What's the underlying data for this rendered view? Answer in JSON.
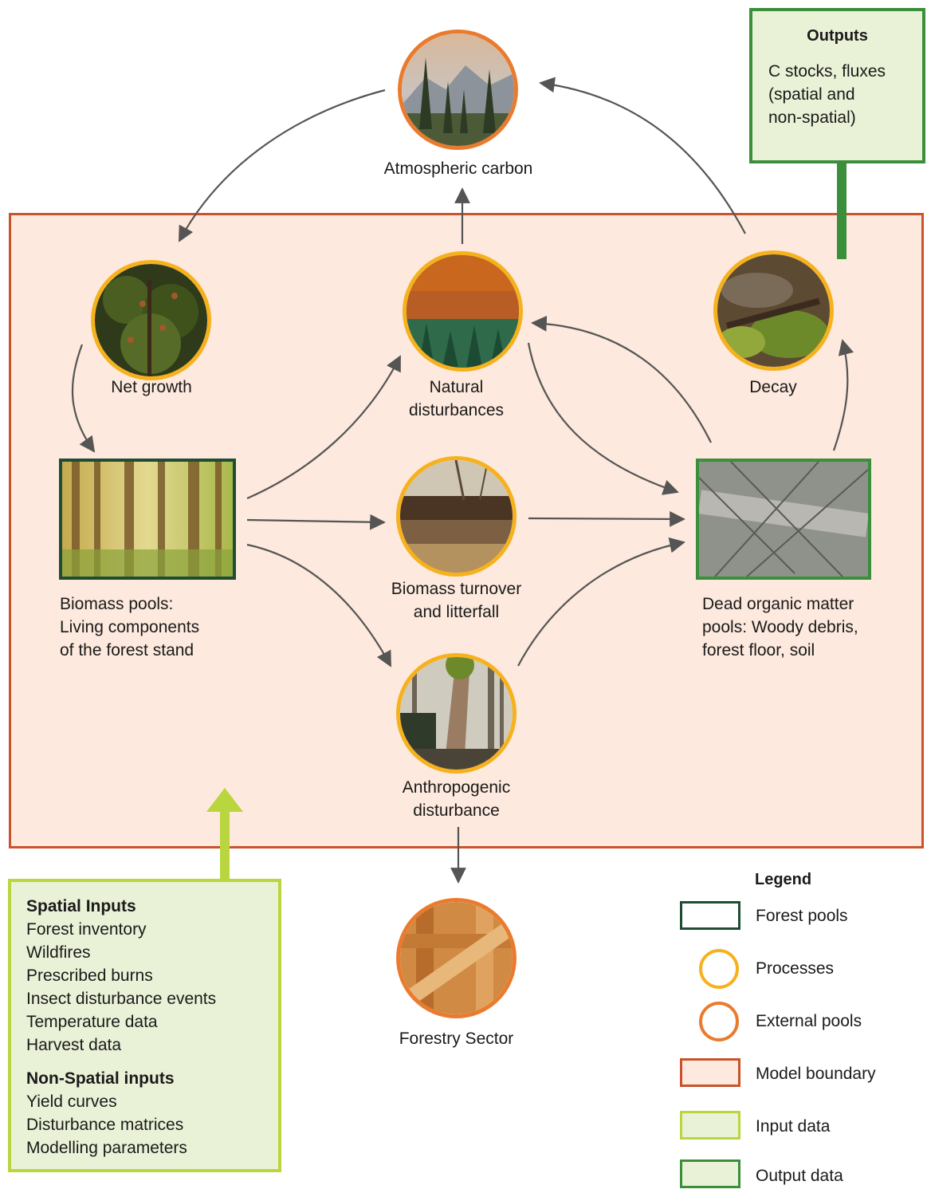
{
  "nodes": {
    "atmospheric_carbon": "Atmospheric carbon",
    "net_growth": "Net growth",
    "natural_disturbances": [
      "Natural",
      "disturbances"
    ],
    "decay": "Decay",
    "biomass_pools": [
      "Biomass pools:",
      "Living components",
      "of the forest stand"
    ],
    "biomass_turnover": [
      "Biomass turnover",
      "and litterfall"
    ],
    "dead_organic_matter": [
      "Dead organic matter",
      "pools: Woody debris,",
      "forest floor, soil"
    ],
    "anthropogenic_disturbance": [
      "Anthropogenic",
      "disturbance"
    ],
    "forestry_sector": "Forestry Sector"
  },
  "outputs": {
    "title": "Outputs",
    "lines": [
      "C stocks, fluxes",
      "(spatial and",
      "non-spatial)"
    ]
  },
  "inputs": {
    "spatial_title": "Spatial Inputs",
    "spatial_items": [
      "Forest inventory",
      "Wildfires",
      "Prescribed burns",
      "Insect disturbance events",
      "Temperature data",
      "Harvest data"
    ],
    "nonspatial_title": "Non-Spatial inputs",
    "nonspatial_items": [
      "Yield curves",
      "Disturbance matrices",
      "Modelling parameters"
    ]
  },
  "legend": {
    "title": "Legend",
    "items": [
      "Forest pools",
      "Processes",
      "External pools",
      "Model boundary",
      "Input data",
      "Output data"
    ]
  },
  "colors": {
    "boundary_fill": "#fde9dd",
    "boundary_border": "#c9532a",
    "process_ring": "#f6b11d",
    "external_ring": "#ea7b2e",
    "forest_pool_border": "#1f4d34",
    "dead_pool_border": "#3b8f3b",
    "input_border": "#b9d63e",
    "output_border": "#3b8f3b",
    "box_fill": "#e9f1d6",
    "arrow": "#555555"
  }
}
